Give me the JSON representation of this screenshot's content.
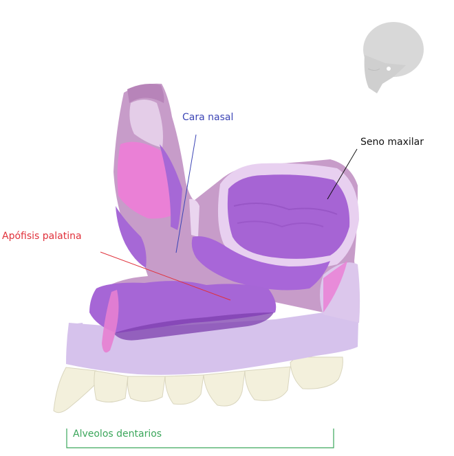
{
  "diagram": {
    "title_hint": "Maxilar superior - vista medial",
    "orientation_thumbnail": "skull-lateral-view",
    "labels": [
      {
        "id": "cara_nasal",
        "text": "Cara nasal",
        "color": "#3b44b5"
      },
      {
        "id": "seno_maxilar",
        "text": "Seno maxilar",
        "color": "#111111"
      },
      {
        "id": "apofisis_palatina",
        "text": "Apófisis palatina",
        "color": "#e0303a"
      },
      {
        "id": "alveolos_dentarios",
        "text": "Alveolos dentarios",
        "color": "#3aa65a"
      }
    ],
    "colors": {
      "bone_light": "#d9c4ea",
      "bone_lilac": "#c8a7e0",
      "bone_purple": "#a665d8",
      "bone_deep": "#8f4cc4",
      "bone_pink": "#e87fd2",
      "bone_mauve": "#b98bbd",
      "teeth": "#f3f0dc",
      "skull": "#d4d4d4"
    }
  }
}
